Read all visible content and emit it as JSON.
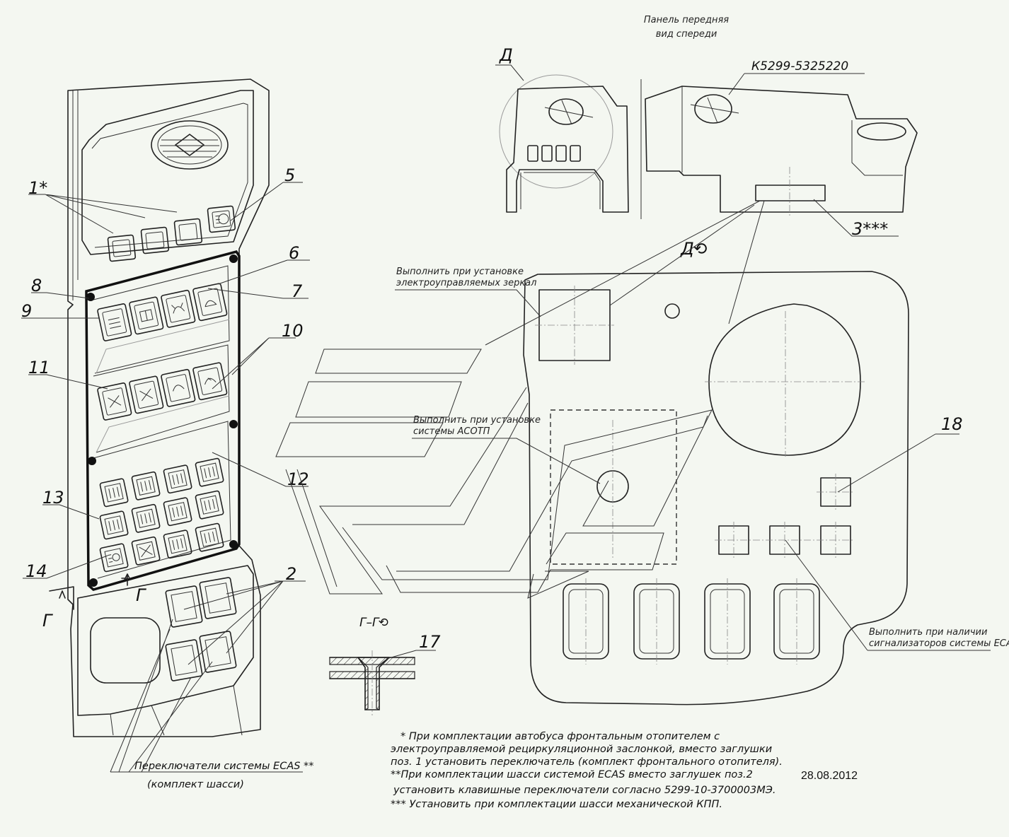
{
  "header": {
    "title_line1": "Панель передняя",
    "title_line2": "вид спереди",
    "part_number": "К5299-5325220",
    "view_d": "Д",
    "view_d_rot": "Д⟲",
    "section_gg": "Г–Г⟲",
    "cut_g": "Г"
  },
  "callouts": {
    "c1": "1*",
    "c2": "2",
    "c3": "3***",
    "c5": "5",
    "c6": "6",
    "c7": "7",
    "c8": "8",
    "c9": "9",
    "c10": "10",
    "c11": "11",
    "c12": "12",
    "c13": "13",
    "c14": "14",
    "c17": "17",
    "c18": "18"
  },
  "annotations": {
    "mirrors_l1": "Выполнить при установке",
    "mirrors_l2": "электроуправляемых зеркал",
    "asotp_l1": "Выполнить при установке",
    "asotp_l2": "системы АСОТП",
    "ecas_sig_l1": "Выполнить при наличии",
    "ecas_sig_l2": "сигнализаторов системы ECAS",
    "ecas_switch_l1": "Переключатели системы ECAS **",
    "ecas_switch_l2": "(комплект шасси)"
  },
  "notes": [
    "* При комплектации автобуса фронтальным отопителем с",
    "электроуправляемой рециркуляционной заслонкой, вместо заглушки",
    "поз. 1 установить переключатель (комплект фронтального отопителя).",
    "**При комплектации шасси системой ECAS вместо заглушек поз.2",
    "установить клавишные переключатели согласно 5299-10-3700003МЭ.",
    "*** Установить при комплектации шасси механической КПП."
  ],
  "date": "28.08.2012"
}
